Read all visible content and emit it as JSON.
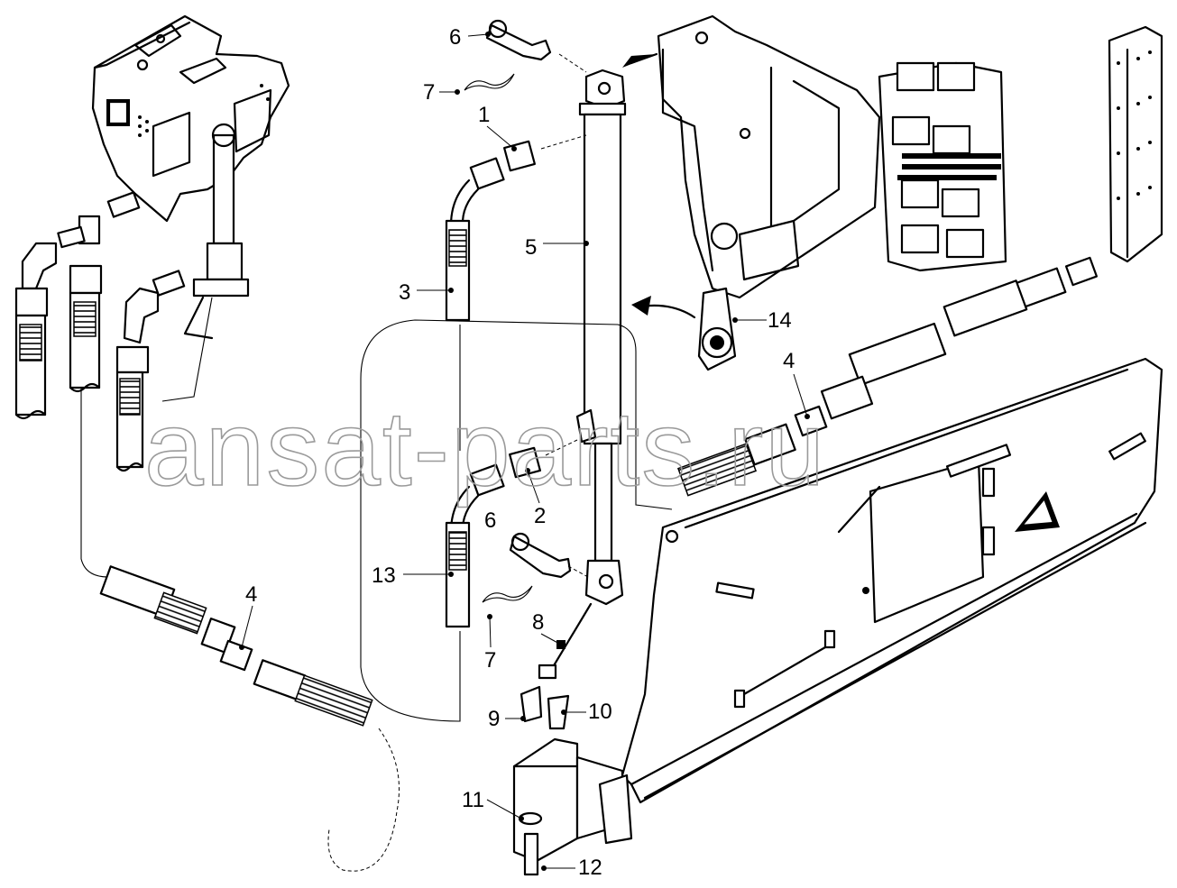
{
  "callouts": {
    "c1": "1",
    "c2": "2",
    "c3": "3",
    "c4a": "4",
    "c4b": "4",
    "c5": "5",
    "c6a": "6",
    "c6b": "6",
    "c7a": "7",
    "c7b": "7",
    "c8": "8",
    "c9": "9",
    "c10": "10",
    "c11": "11",
    "c12": "12",
    "c13": "13",
    "c14": "14"
  },
  "watermark": "ansat-parts.ru"
}
